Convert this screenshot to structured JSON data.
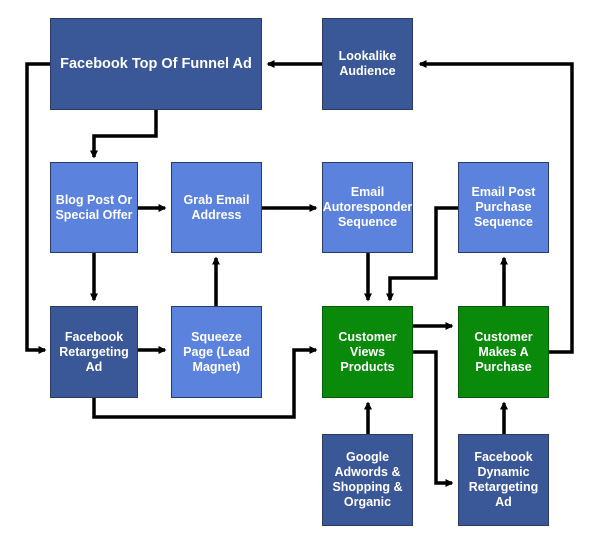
{
  "colors": {
    "dark_box": "#3a5797",
    "light_box": "#5b82dd",
    "green_box": "#0a8a0a",
    "arrow": "#000000"
  },
  "nodes": {
    "fb_top_funnel": "Facebook Top Of Funnel Ad",
    "lookalike": "Lookalike\nAudience",
    "blog_post": "Blog Post Or\nSpecial Offer",
    "grab_email": "Grab Email\nAddress",
    "email_autoresponder": "Email\nAutoresponder\nSequence",
    "email_post_purchase": "Email Post\nPurchase\nSequence",
    "fb_retargeting": "Facebook\nRetargeting\nAd",
    "squeeze_page": "Squeeze\nPage (Lead\nMagnet)",
    "customer_views": "Customer\nViews\nProducts",
    "customer_purchase": "Customer\nMakes A\nPurchase",
    "google_adwords": "Google\nAdwords &\nShopping &\nOrganic",
    "fb_dynamic": "Facebook\nDynamic\nRetargeting\nAd"
  }
}
